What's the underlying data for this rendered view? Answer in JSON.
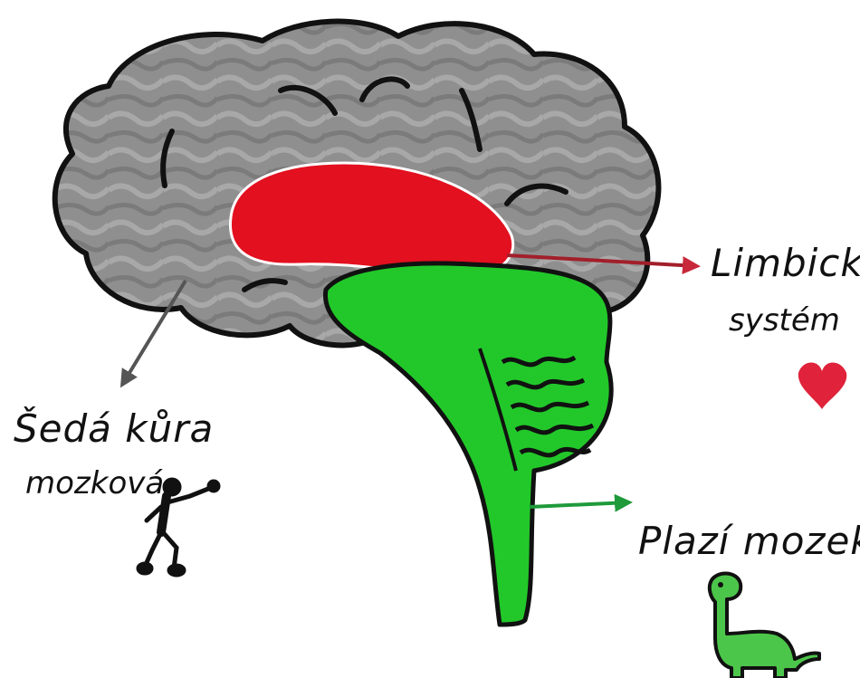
{
  "labels": {
    "limbic_line1": "Limbický",
    "limbic_line2": "systém",
    "cortex_line1": "Šedá kůra",
    "cortex_line2": "mozková",
    "reptile": "Plazí mozek"
  },
  "colors": {
    "cortex": "#8e8e8e",
    "cortex_light": "#b9b9b9",
    "limbic": "#e3101f",
    "limbic_arrow": "#a21f2a",
    "reptile": "#22c82a",
    "reptile_arrow": "#1e9a3a",
    "cortex_arrow": "#555555",
    "heart": "#e0223a",
    "outline": "#111111"
  },
  "icons": {
    "heart": "heart-icon",
    "stick_figure": "stick-figure-icon",
    "dinosaur": "dinosaur-icon"
  }
}
